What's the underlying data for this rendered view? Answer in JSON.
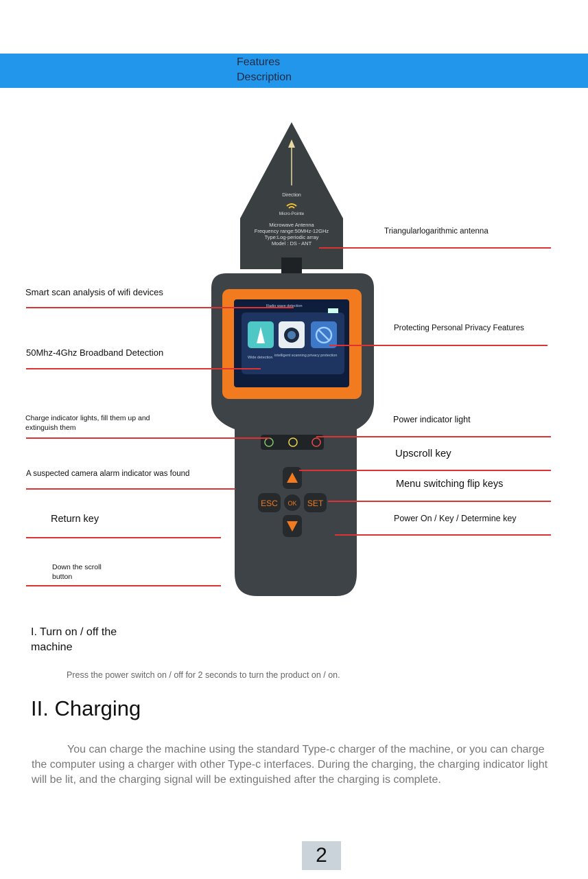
{
  "header": {
    "title": "Features\nDescription"
  },
  "device": {
    "antenna_text": [
      "Direction",
      "Micro-Pointe",
      "Microwave Antenna",
      "Frequency range:50MHz-12GHz",
      "Type:Log-periodic array",
      "Model : DS - ANT"
    ],
    "screen_header": "Radio wave detection",
    "screen_left_caption": "Wide detection",
    "screen_mid_caption": "intelligent scanning privacy protection",
    "btn_esc": "ESC",
    "btn_set": "SET",
    "btn_ok": "OK"
  },
  "callouts": {
    "antenna": "Triangularlogarithmic antenna",
    "wifi_scan": "Smart scan analysis of wifi devices",
    "privacy": "Protecting Personal Privacy Features",
    "broadband": "50Mhz-4Ghz Broadband Detection",
    "charge_light": "Charge indicator lights, fill them up and\nextinguish them",
    "power_light": "Power indicator light",
    "upscroll": "Upscroll key",
    "camera_alarm": "A suspected camera alarm indicator was found",
    "menu_flip": "Menu switching flip keys",
    "return_key": "Return key",
    "power_key": "Power On / Key / Determine key",
    "down_scroll": "Down the scroll\nbutton"
  },
  "section1": {
    "heading_line1": "I. Turn on / off the",
    "heading_line2": "machine",
    "text": "Press the power switch on / off for 2 seconds to turn the product on / on."
  },
  "section2": {
    "heading": "II. Charging",
    "text": "You can charge the machine using the standard Type-c charger of the machine, or you can charge the computer using a charger with other Type-c interfaces. During the charging, the charging indicator light will be lit, and the charging signal will be extinguished after the charging is complete."
  },
  "page_number": "2",
  "colors": {
    "banner": "#2196ea",
    "leader": "#d33333",
    "device_body": "#3d4346",
    "screen_bezel": "#f27a1f"
  }
}
